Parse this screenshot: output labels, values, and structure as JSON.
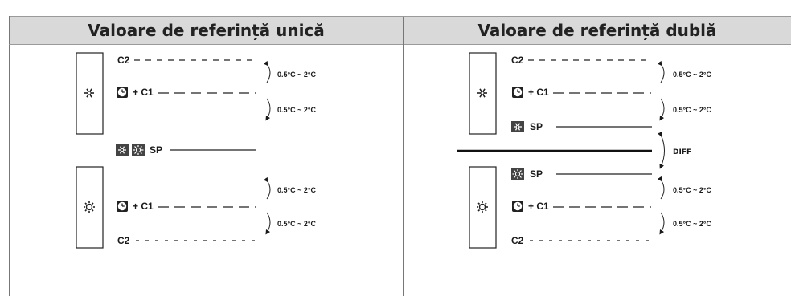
{
  "panels": {
    "left": {
      "title": "Valoare de referință unică",
      "labels": {
        "c2_top": "C2",
        "c1_top": "+ C1",
        "sp": "SP",
        "c1_bottom": "+ C1",
        "c2_bottom": "C2"
      },
      "ranges": [
        "0.5°C ~ 2°C",
        "0.5°C ~ 2°C",
        "0.5°C ~ 2°C",
        "0.5°C ~ 2°C"
      ]
    },
    "right": {
      "title": "Valoare de referință dublă",
      "labels": {
        "c2_top": "C2",
        "c1_top": "+ C1",
        "sp_cool": "SP",
        "sp_heat": "SP",
        "c1_bottom": "+ C1",
        "c2_bottom": "C2"
      },
      "ranges": [
        "0.5°C ~ 2°C",
        "0.5°C ~ 2°C",
        "0.5°C ~ 2°C",
        "0.5°C ~ 2°C"
      ],
      "diff_label": "DIFF"
    }
  },
  "icons": [
    "snowflake-icon",
    "sun-icon",
    "clock-icon",
    "cool-mode-icon",
    "heat-mode-icon"
  ],
  "colors": {
    "header_bg": "#d9d9d9",
    "line": "#1a1a1a",
    "icon_dark": "#333333"
  }
}
